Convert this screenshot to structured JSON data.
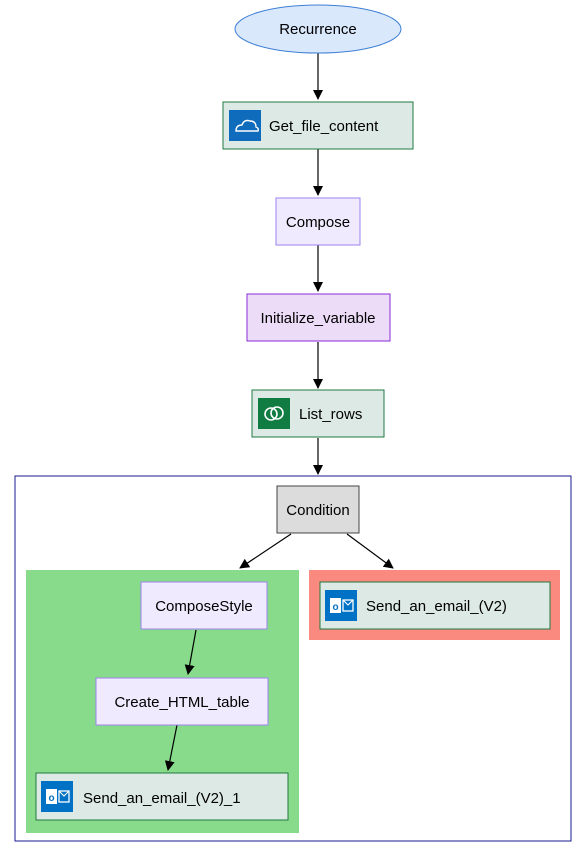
{
  "nodes": {
    "recurrence": {
      "label": "Recurrence"
    },
    "get_file_content": {
      "label": "Get_file_content",
      "icon": "onedrive-cloud-icon",
      "icon_color": "#0f6cbd"
    },
    "compose": {
      "label": "Compose"
    },
    "initialize_variable": {
      "label": "Initialize_variable"
    },
    "list_rows": {
      "label": "List_rows",
      "icon": "dataverse-icon",
      "icon_color": "#107c41"
    },
    "condition": {
      "label": "Condition"
    },
    "compose_style": {
      "label": "ComposeStyle"
    },
    "create_html_table": {
      "label": "Create_HTML_table"
    },
    "send_email_yes": {
      "label": "Send_an_email_(V2)_1",
      "icon": "outlook-icon",
      "icon_color": "#0072c6"
    },
    "send_email_no": {
      "label": "Send_an_email_(V2)",
      "icon": "outlook-icon",
      "icon_color": "#0072c6"
    }
  },
  "colors": {
    "trigger_fill": "#dae8fc",
    "trigger_stroke": "#3d7fd6",
    "connector_fill": "#dde9e4",
    "connector_stroke": "#1e7a42",
    "compose_fill": "#efeafd",
    "compose_stroke": "#9c83f0",
    "variable_fill": "#ecdcf8",
    "variable_stroke": "#8a2bd6",
    "condition_fill": "#dcdcdc",
    "scope_stroke": "#1a1a8c",
    "yes_branch_fill": "#88db8b",
    "no_branch_fill": "#fa8a80"
  }
}
